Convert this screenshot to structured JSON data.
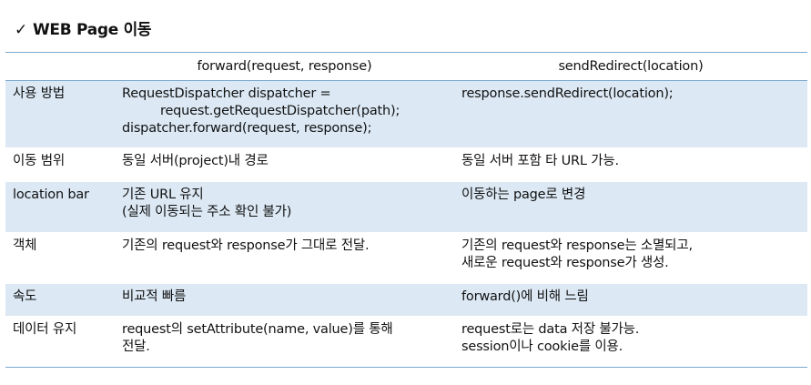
{
  "title": {
    "check": "✓",
    "text": "WEB Page 이동"
  },
  "table": {
    "headers": [
      "",
      "forward(request, response)",
      "sendRedirect(location)"
    ],
    "rows": [
      {
        "label": "사용 방법",
        "forward": [
          "RequestDispatcher dispatcher =",
          "request.getRequestDispatcher(path);",
          "dispatcher.forward(request, response);"
        ],
        "redirect": [
          "response.sendRedirect(location);"
        ]
      },
      {
        "label": "이동 범위",
        "forward": [
          "동일 서버(project)내 경로"
        ],
        "redirect": [
          "동일 서버 포함 타 URL 가능."
        ]
      },
      {
        "label": "location bar",
        "forward": [
          "기존 URL 유지",
          "(실제 이동되는 주소 확인 불가)"
        ],
        "redirect": [
          "이동하는 page로 변경"
        ]
      },
      {
        "label": "객체",
        "forward": [
          "기존의 request와 response가 그대로 전달."
        ],
        "redirect": [
          "기존의 request와 response는 소멸되고,",
          "새로운 request와 response가 생성."
        ]
      },
      {
        "label": "속도",
        "forward": [
          "비교적 빠름"
        ],
        "redirect": [
          "forward()에 비해 느림"
        ]
      },
      {
        "label": "데이터 유지",
        "forward": [
          "request의 setAttribute(name, value)를 통해",
          "전달."
        ],
        "redirect": [
          "request로는 data 저장 불가능.",
          "session이나 cookie를 이용."
        ]
      }
    ]
  }
}
